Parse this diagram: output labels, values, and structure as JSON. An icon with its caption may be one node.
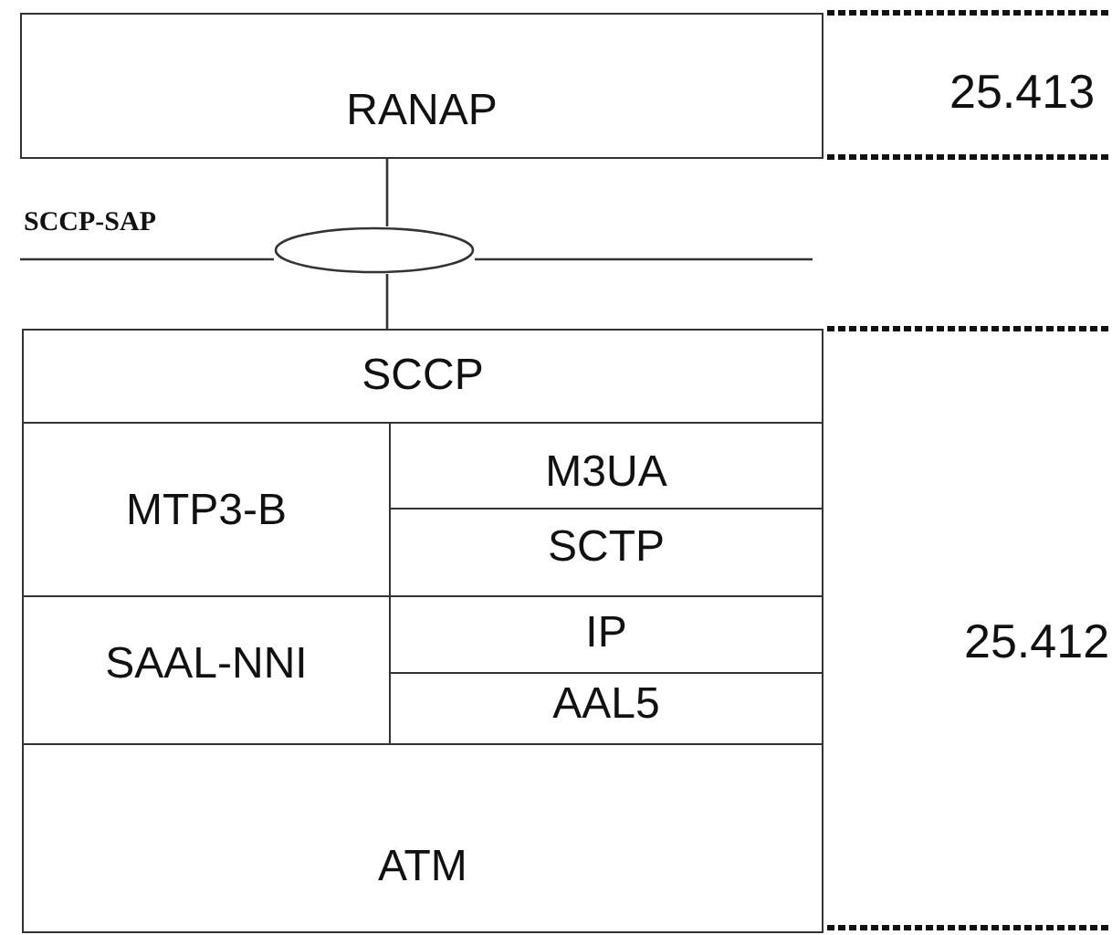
{
  "diagram": {
    "nodes": [
      {
        "text": [
          "RANAP"
        ]
      },
      {
        "text": [],
        "shape": "ellipse"
      },
      {
        "text": [
          "SCCP"
        ]
      },
      {
        "text": [
          "MTP3-B"
        ]
      },
      {
        "text": [
          "M3UA"
        ]
      },
      {
        "text": [
          "SCTP"
        ]
      },
      {
        "text": [
          "SAAL-NNI"
        ]
      },
      {
        "text": [
          "IP"
        ]
      },
      {
        "text": [
          "AAL5"
        ]
      },
      {
        "text": [
          "ATM"
        ]
      }
    ],
    "edges": [
      {
        "from": 0,
        "to": 1,
        "arrow": "none"
      },
      {
        "from": 1,
        "to": 2,
        "arrow": "none"
      }
    ],
    "labels": [
      "25.413",
      "SCCP-SAP",
      "25.412"
    ]
  }
}
